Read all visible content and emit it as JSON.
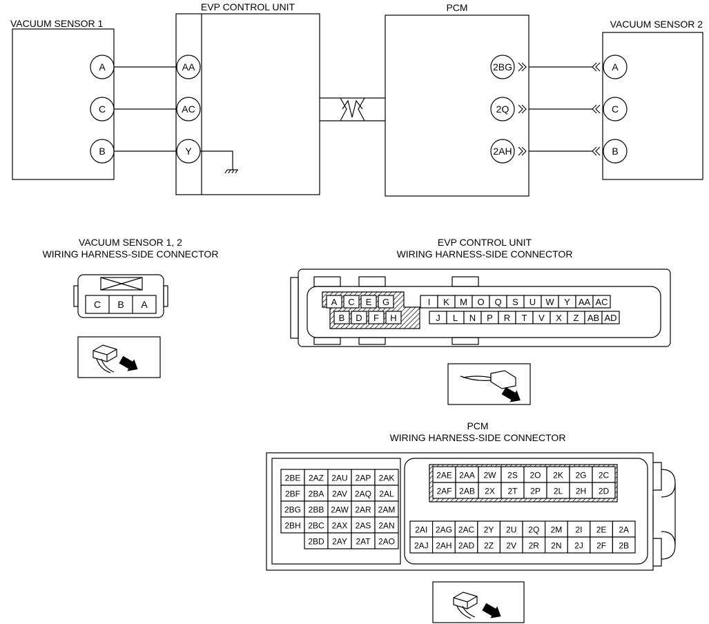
{
  "wiring": {
    "vacuum_sensor_1": {
      "title": "VACUUM SENSOR 1",
      "terminals": [
        "A",
        "C",
        "B"
      ]
    },
    "evp_control_unit": {
      "title": "EVP CONTROL UNIT",
      "terminals": [
        "AA",
        "AC",
        "Y"
      ]
    },
    "pcm": {
      "title": "PCM",
      "terminals": [
        "2BG",
        "2Q",
        "2AH"
      ]
    },
    "vacuum_sensor_2": {
      "title": "VACUUM SENSOR 2",
      "terminals": [
        "A",
        "C",
        "B"
      ]
    }
  },
  "connectors": {
    "vacuum_sensor": {
      "title_line1": "VACUUM SENSOR 1, 2",
      "title_line2": "WIRING HARNESS-SIDE CONNECTOR",
      "pins": [
        "C",
        "B",
        "A"
      ]
    },
    "evp": {
      "title_line1": "EVP CONTROL UNIT",
      "title_line2": "WIRING HARNESS-SIDE CONNECTOR",
      "top_hatched": [
        "A",
        "C",
        "E",
        "G"
      ],
      "bottom_hatched": [
        "B",
        "D",
        "F",
        "H"
      ],
      "top_row": [
        "I",
        "K",
        "M",
        "O",
        "Q",
        "S",
        "U",
        "W",
        "Y",
        "AA",
        "AC"
      ],
      "bottom_row": [
        "J",
        "L",
        "N",
        "P",
        "R",
        "T",
        "V",
        "X",
        "Z",
        "AB",
        "AD"
      ]
    },
    "pcm": {
      "title_line1": "PCM",
      "title_line2": "WIRING HARNESS-SIDE CONNECTOR",
      "left_block": [
        [
          "2BE",
          "2AZ",
          "2AU",
          "2AP",
          "2AK"
        ],
        [
          "2BF",
          "2BA",
          "2AV",
          "2AQ",
          "2AL"
        ],
        [
          "2BG",
          "2BB",
          "2AW",
          "2AR",
          "2AM"
        ],
        [
          "2BH",
          "2BC",
          "2AX",
          "2AS",
          "2AN"
        ],
        [
          "",
          "2BD",
          "2AY",
          "2AT",
          "2AO"
        ]
      ],
      "upper_right": [
        [
          "2AE",
          "2AA",
          "2W",
          "2S",
          "2O",
          "2K",
          "2G",
          "2C"
        ],
        [
          "2AF",
          "2AB",
          "2X",
          "2T",
          "2P",
          "2L",
          "2H",
          "2D"
        ]
      ],
      "lower_right": [
        [
          "2AI",
          "2AG",
          "2AC",
          "2Y",
          "2U",
          "2Q",
          "2M",
          "2I",
          "2E",
          "2A"
        ],
        [
          "2AJ",
          "2AH",
          "2AD",
          "2Z",
          "2V",
          "2R",
          "2N",
          "2J",
          "2F",
          "2B"
        ]
      ]
    }
  }
}
